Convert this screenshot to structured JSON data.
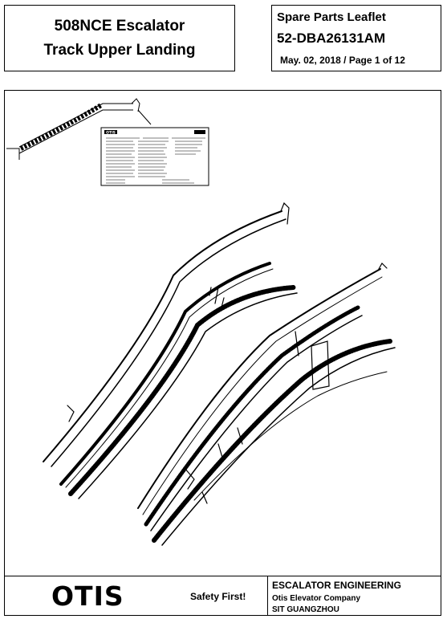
{
  "header": {
    "title_line1": "508NCE Escalator",
    "title_line2": "Track Upper Landing",
    "leaflet_label": "Spare Parts Leaflet",
    "part_code": "52-DBA26131AM",
    "date_page": "May. 02, 2018  / Page 1 of 12"
  },
  "drawing": {
    "inset_logo": "OTIS"
  },
  "footer": {
    "logo": "OTIS",
    "slogan": "Safety First!",
    "department": "ESCALATOR ENGINEERING",
    "company": "Otis Elevator Company",
    "site": "SIT GUANGZHOU"
  }
}
